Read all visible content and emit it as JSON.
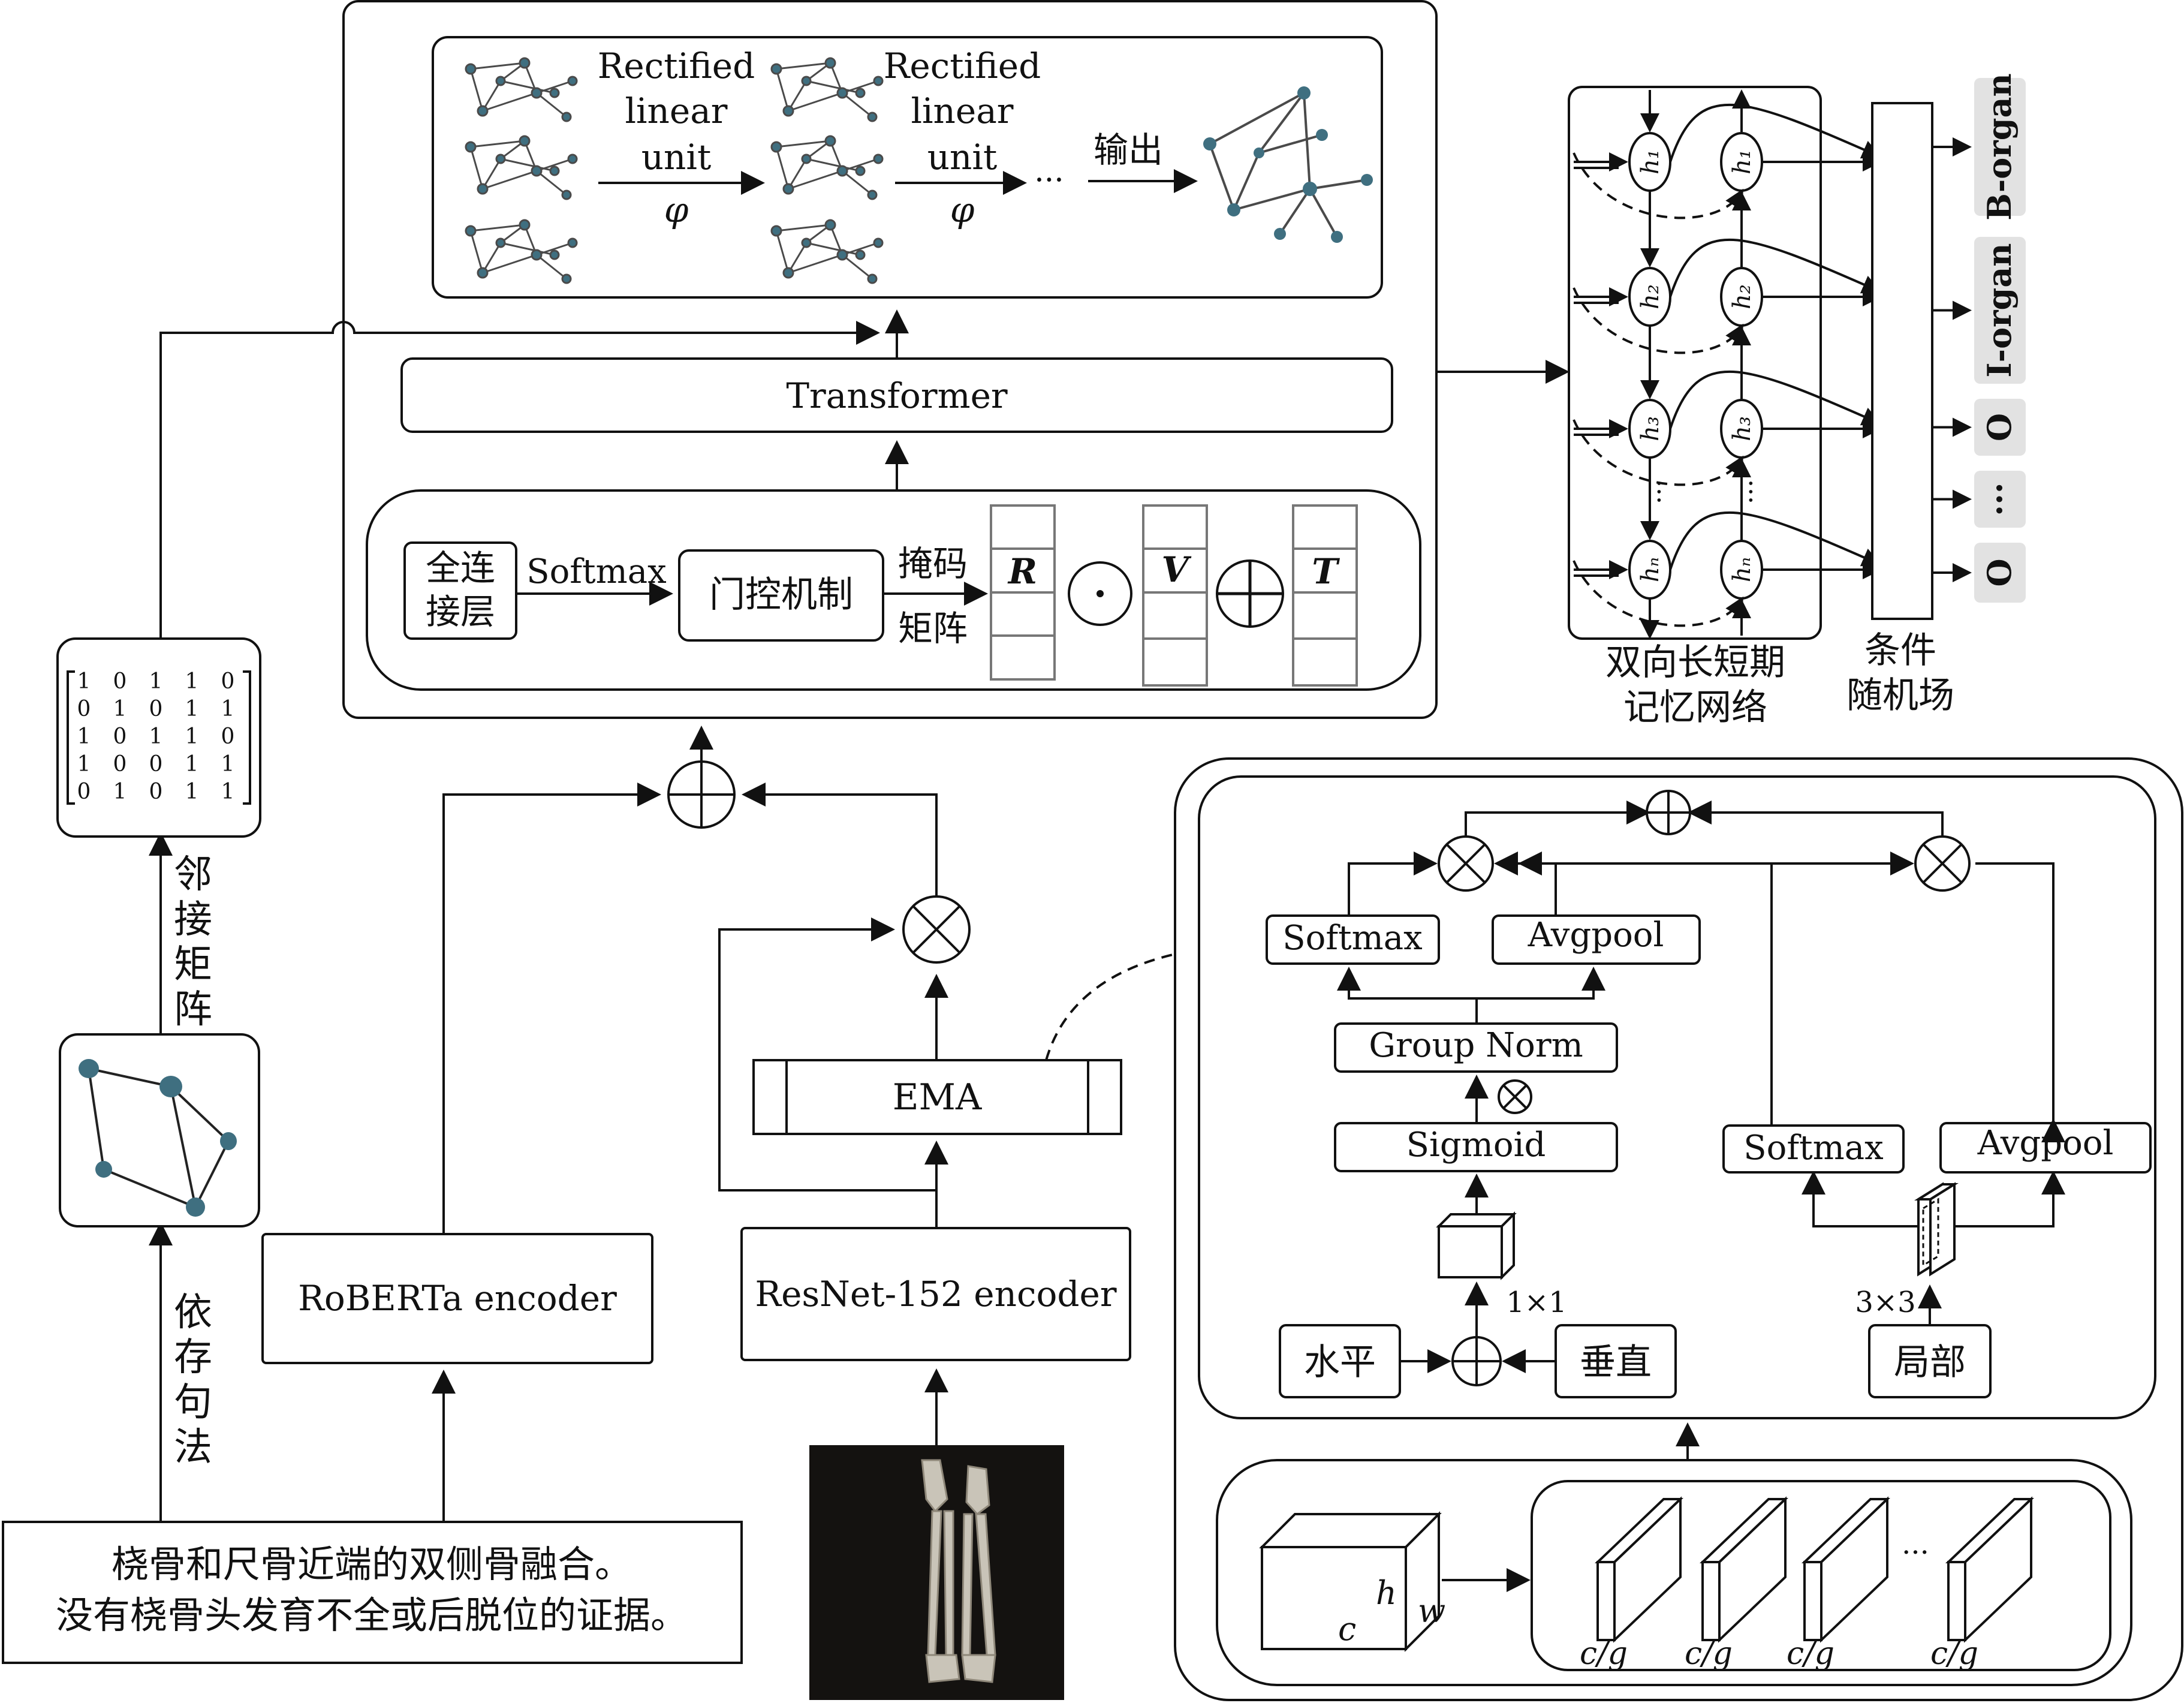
{
  "labels": {
    "rectified_1": [
      "Rectified",
      "linear",
      "unit"
    ],
    "rectified_2": [
      "Rectified",
      "linear",
      "unit"
    ],
    "phi": "φ",
    "ellipsis": "···",
    "output": "输出",
    "transformer": "Transformer",
    "fc_layer": [
      "全连",
      "接层"
    ],
    "softmax": "Softmax",
    "gate": "门控机制",
    "mask": [
      "掩码",
      "矩阵"
    ],
    "R": "R",
    "V": "V",
    "T": "T",
    "odot": "⊙",
    "oplus": "⊕",
    "otimes": "⊗",
    "adjacency_vertical": [
      "邻",
      "接",
      "矩",
      "阵"
    ],
    "dependency_vertical": [
      "依",
      "存",
      "句",
      "法"
    ],
    "matrix_rows": [
      [
        "1",
        "0",
        "1",
        "1",
        "0"
      ],
      [
        "0",
        "1",
        "0",
        "1",
        "1"
      ],
      [
        "1",
        "0",
        "1",
        "1",
        "0"
      ],
      [
        "1",
        "0",
        "0",
        "1",
        "1"
      ],
      [
        "0",
        "1",
        "0",
        "1",
        "1"
      ]
    ],
    "roberta": "RoBERTa encoder",
    "resnet": "ResNet-152 encoder",
    "ema": "EMA",
    "sentence": [
      "桡骨和尺骨近端的双侧骨融合。",
      "没有桡骨头发育不全或后脱位的证据。"
    ],
    "bilstm": [
      "双向长短期",
      "记忆网络"
    ],
    "crf": [
      "条件",
      "随机场"
    ],
    "tags": [
      "B-organ",
      "I-organ",
      "O",
      "···",
      "O"
    ],
    "hidden": [
      "h₁",
      "h₂",
      "h₃",
      "hₙ"
    ],
    "ema_detail": {
      "softmax_left": "Softmax",
      "avgpool_left": "Avgpool",
      "group_norm": "Group Norm",
      "sigmoid": "Sigmoid",
      "softmax_right": "Softmax",
      "avgpool_right": "Avgpool",
      "conv1": "1×1",
      "conv3": "3×3",
      "horizontal": "水平",
      "vertical": "垂直",
      "local": "局部",
      "c": "c",
      "h": "h",
      "w": "w",
      "cg": "c/g"
    }
  }
}
